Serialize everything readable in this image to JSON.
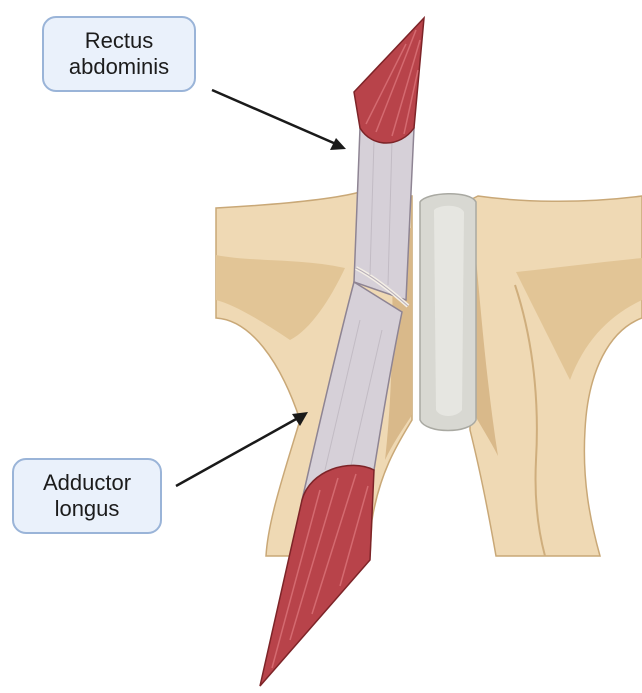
{
  "labels": {
    "rectus_line1": "Rectus",
    "rectus_line2": "abdominis",
    "adductor_line1": "Adductor",
    "adductor_line2": "longus"
  },
  "colors": {
    "bone_fill": "#efd9b4",
    "bone_shadow": "#d9b98a",
    "bone_outline": "#c9a877",
    "cartilage_disc": "#d8d8d2",
    "tendon_fill": "#d6d0d8",
    "tendon_outline": "#8e8493",
    "muscle_fill": "#b8434a",
    "muscle_light": "#d46a70",
    "muscle_outline": "#7d2428",
    "label_background": "#eaf1fb",
    "label_border": "#9ab4d8",
    "arrow": "#1a1a1a"
  }
}
